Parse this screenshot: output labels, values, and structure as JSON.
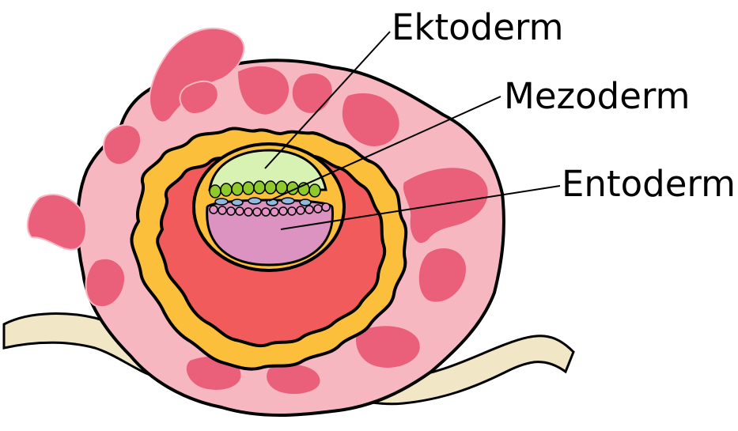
{
  "labels": {
    "ectoderm": "Ektoderm",
    "mesoderm": "Mezoderm",
    "endoderm": "Entoderm"
  },
  "colors": {
    "outline": "#000000",
    "outer_tissue": "#f7b7c1",
    "decidua_patches": "#ea5f7a",
    "trophoblast_band": "#fbbf3c",
    "inner_cavity": "#f25b5b",
    "ectoderm_dome": "#d7f2b3",
    "ectoderm_cells": "#8fca2c",
    "mesoderm_cells": "#8fb9df",
    "endoderm_cells": "#e493c5",
    "yolk_sac": "#dc93c2",
    "uterine_wall": "#f1e6c6"
  }
}
